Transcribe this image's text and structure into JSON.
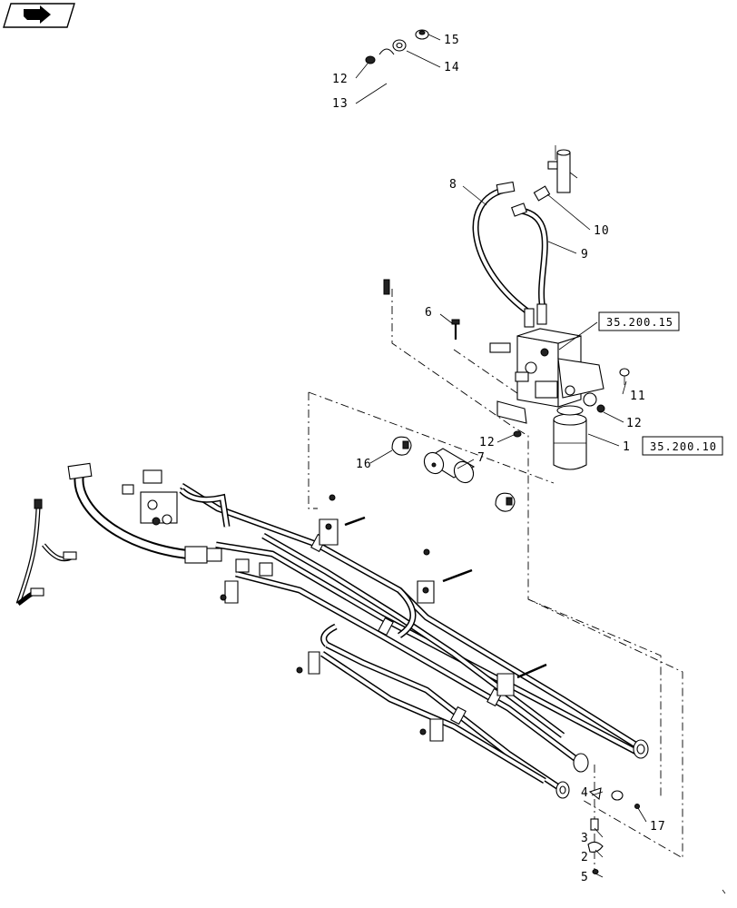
{
  "nav": {
    "icon": "arrow-pointer-icon"
  },
  "callouts": {
    "c1": "1",
    "c2": "2",
    "c3": "3",
    "c4": "4",
    "c5": "5",
    "c6": "6",
    "c7": "7",
    "c8": "8",
    "c9": "9",
    "c10": "10",
    "c11": "11",
    "c12a": "12",
    "c12b": "12",
    "c12c": "12",
    "c13": "13",
    "c14": "14",
    "c15": "15",
    "c16": "16",
    "c17": "17"
  },
  "references": {
    "ref_valve": "35.200.15",
    "ref_filter": "35.200.10"
  }
}
